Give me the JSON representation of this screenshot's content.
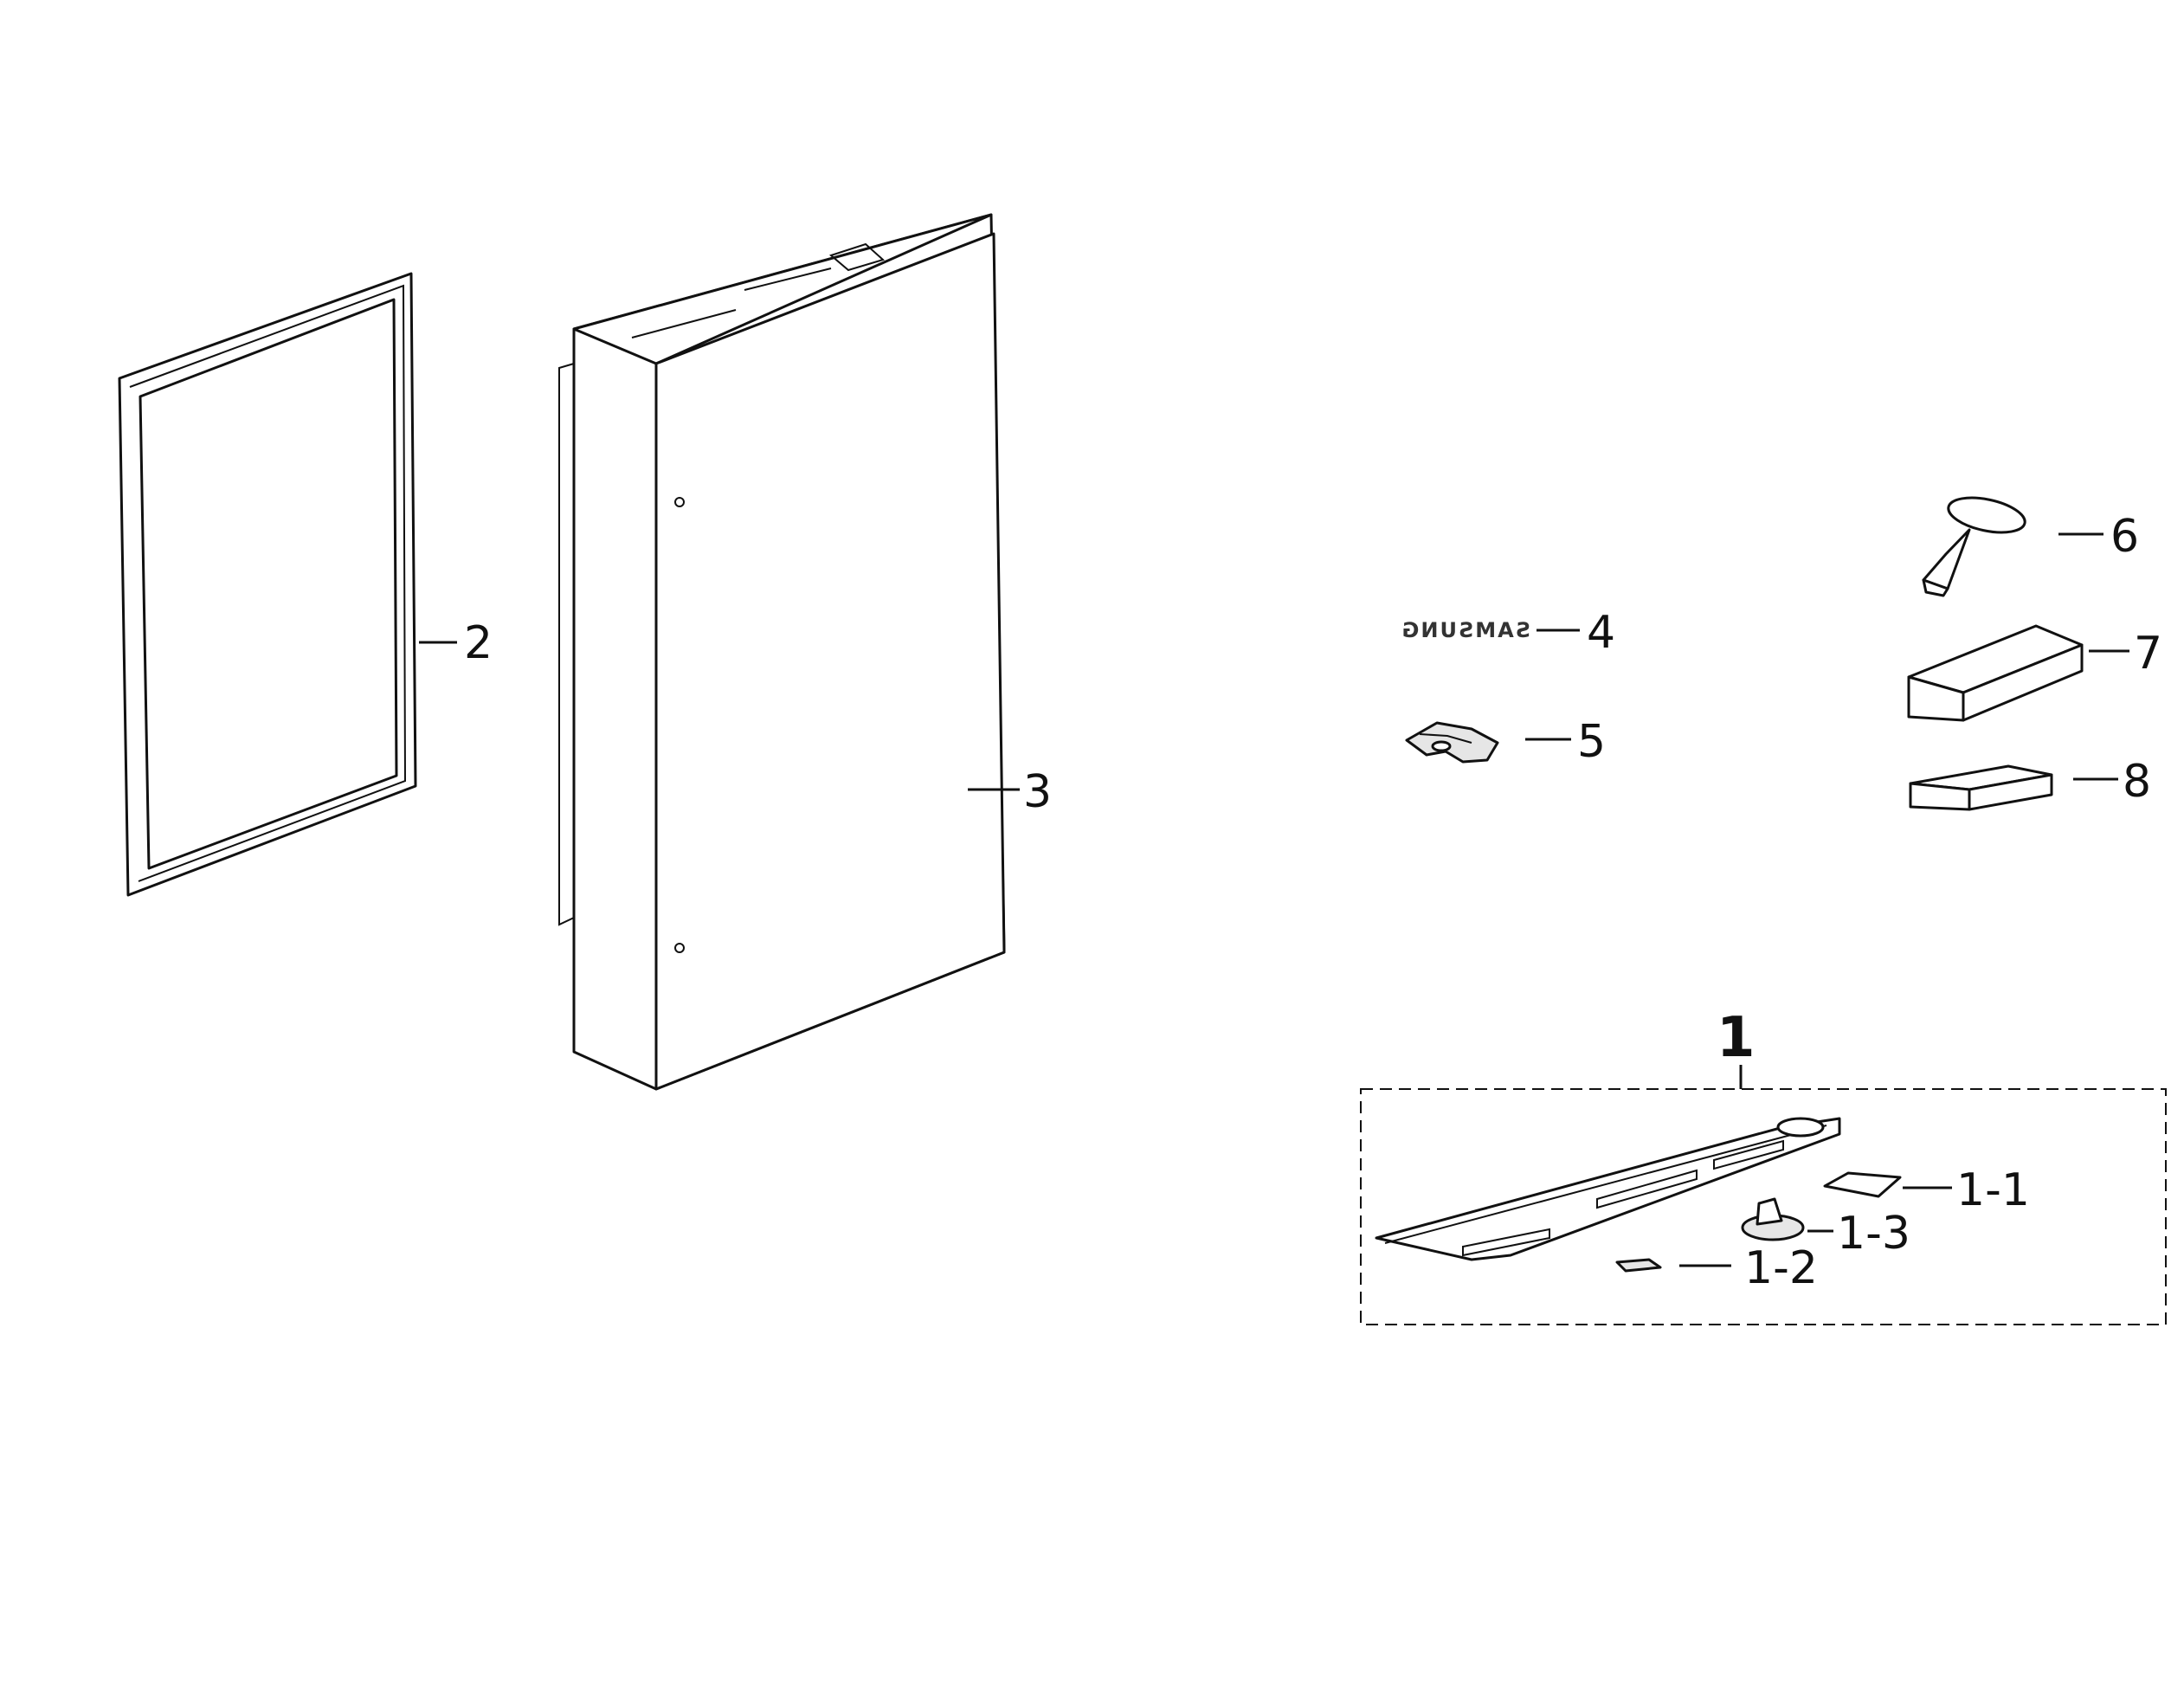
{
  "parts": {
    "p2": {
      "label": "2",
      "icon": "door-gasket-icon"
    },
    "p3": {
      "label": "3",
      "icon": "door-panel-icon"
    },
    "p4": {
      "label": "4",
      "icon": "logo-badge-icon",
      "logo_text": "SAMSUNG"
    },
    "p5": {
      "label": "5",
      "icon": "clip-icon"
    },
    "p6": {
      "label": "6",
      "icon": "screw-icon"
    },
    "p7": {
      "label": "7",
      "icon": "block-icon"
    },
    "p8": {
      "label": "8",
      "icon": "pad-icon"
    },
    "p1": {
      "label": "1",
      "icon": "cover-assembly-icon"
    },
    "p11": {
      "label": "1-1",
      "icon": "plate-icon"
    },
    "p12": {
      "label": "1-2",
      "icon": "small-pad-icon"
    },
    "p13": {
      "label": "1-3",
      "icon": "hinge-cap-icon"
    }
  }
}
